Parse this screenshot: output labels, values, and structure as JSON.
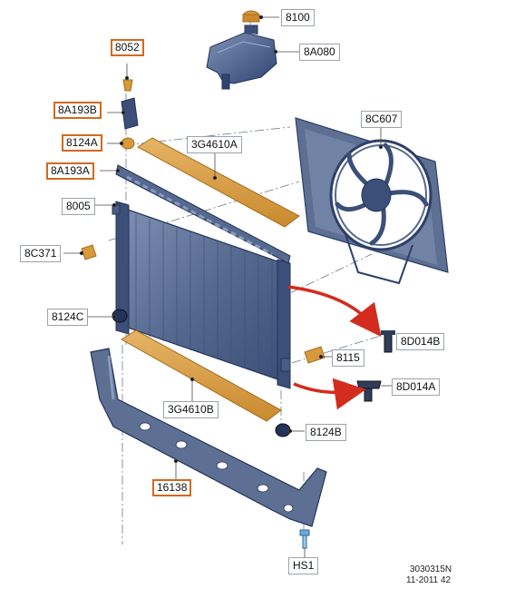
{
  "colors": {
    "part_dark": "#3b4f78",
    "part_mid": "#56698f",
    "part_light": "#8a9bbd",
    "fan_shroud": "#5d6f93",
    "seal": "#d69a3a",
    "seal_edge": "#a86c1a",
    "arrow": "#d32b1e",
    "highlight_border": "#d2691e",
    "leader": "#4a4a4a"
  },
  "callouts": {
    "c8100": "8100",
    "c8A080": "8A080",
    "c8052": "8052",
    "c8A193B": "8A193B",
    "c8124A": "8124A",
    "c8A193A": "8A193A",
    "c3G4610A": "3G4610A",
    "c8C607": "8C607",
    "c8005": "8005",
    "c8C371": "8C371",
    "c8124C": "8124C",
    "c8D014B": "8D014B",
    "c8115": "8115",
    "c8D014A": "8D014A",
    "c3G4610B": "3G4610B",
    "c8124B": "8124B",
    "c16138": "16138",
    "cHS1": "HS1"
  },
  "footer": {
    "ref": "3030315N",
    "date": "11-2011 42"
  },
  "icons": [
    "coolant-reservoir-icon",
    "radiator-icon",
    "cooling-fan-icon",
    "air-seal-icon",
    "support-bracket-icon",
    "bolt-icon"
  ]
}
